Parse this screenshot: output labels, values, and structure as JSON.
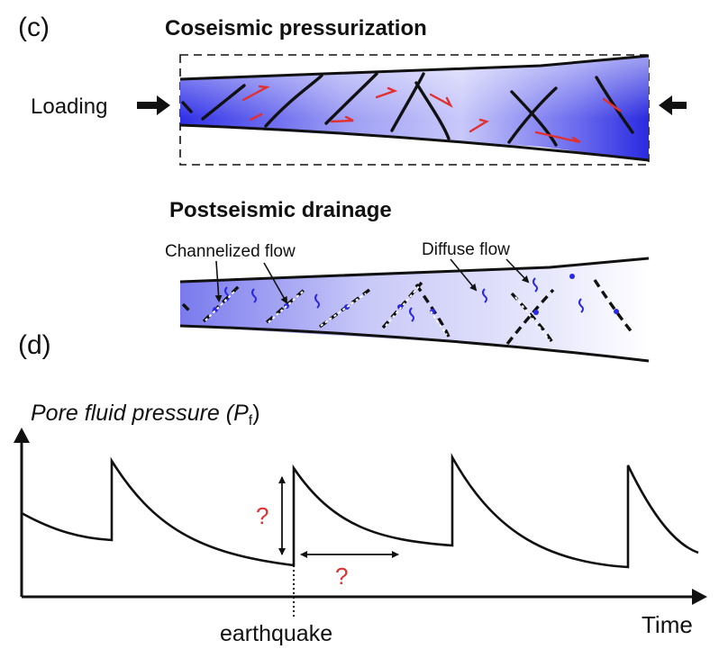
{
  "panel_c": {
    "label": "(c)",
    "title": "Coseismic pressurization",
    "loading_label": "Loading"
  },
  "drainage": {
    "title": "Postseismic drainage",
    "channelized_label": "Channelized flow",
    "diffuse_label": "Diffuse flow"
  },
  "panel_d": {
    "label": "(d)",
    "y_label_text": "Pore fluid pressure (",
    "y_label_symbol": "P",
    "y_label_sub": "f",
    "y_label_close": ")",
    "x_label": "Time",
    "event_label": "earthquake",
    "amplitude_unknown": "?",
    "interval_unknown": "?"
  },
  "colors": {
    "fluid_blue": "#3a3ae6",
    "slip_red": "#e03030",
    "ink": "#111111"
  }
}
